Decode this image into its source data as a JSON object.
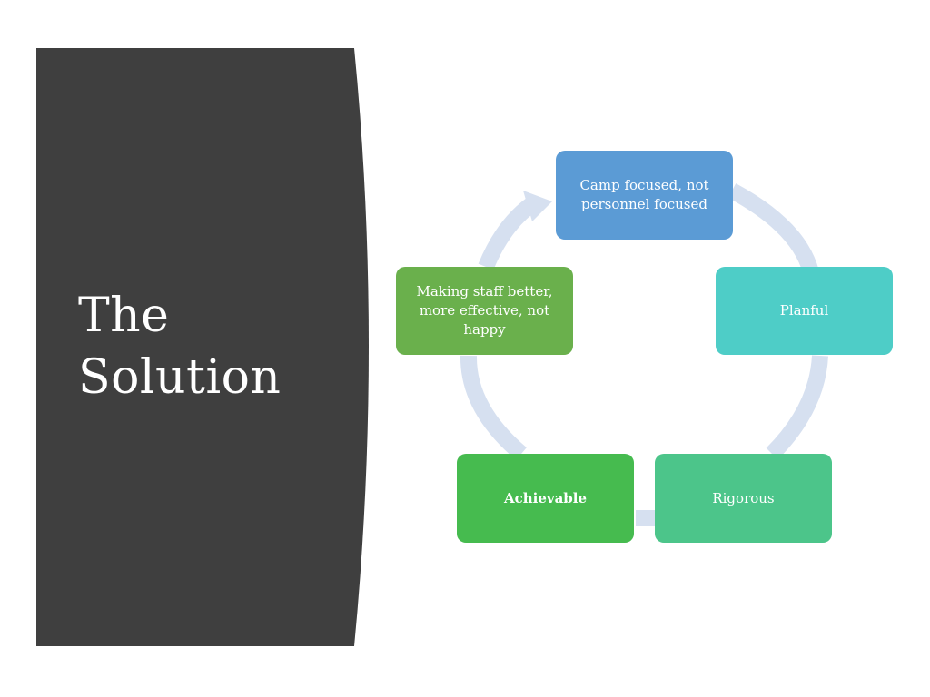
{
  "slide": {
    "title_line_1": "The",
    "title_line_2": "Solution"
  },
  "cycle": {
    "nodes": [
      {
        "id": "camp",
        "label": "Camp focused, not personnel focused"
      },
      {
        "id": "planful",
        "label": "Planful"
      },
      {
        "id": "rigorous",
        "label": "Rigorous"
      },
      {
        "id": "achievable",
        "label": "Achievable"
      },
      {
        "id": "making",
        "label": "Making staff better, more effective, not happy"
      }
    ]
  },
  "colors": {
    "dark_panel": "#3f3f3f",
    "ring": "#d6e0f0",
    "camp": "#5b9bd5",
    "planful": "#4ecdc7",
    "rigorous": "#4cc58a",
    "achievable": "#46bb4f",
    "making": "#6ab04c"
  }
}
